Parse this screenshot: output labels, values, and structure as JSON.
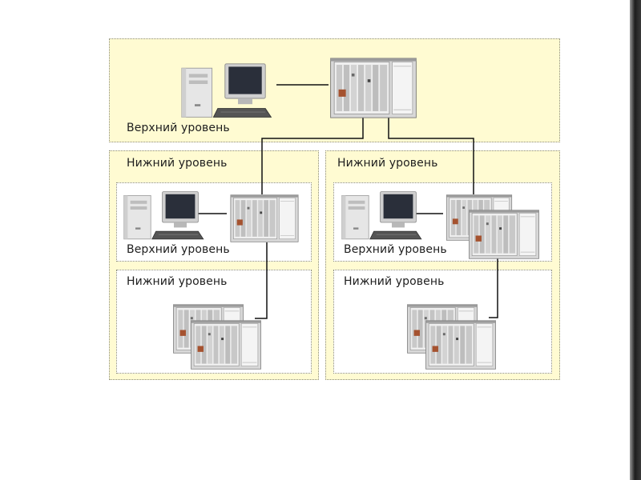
{
  "top_group": {
    "label": "Верхний уровень"
  },
  "left_group": {
    "label": "Нижний уровень",
    "upper_box_label": "Верхний уровень",
    "lower_box_label": "Нижний уровень"
  },
  "right_group": {
    "label": "Нижний уровень",
    "upper_box_label": "Верхний уровень",
    "lower_box_label": "Нижний уровень"
  },
  "colors": {
    "group_fill": "#fffbd2",
    "inner_fill": "#ffffff",
    "border": "#8a8a7a",
    "link_line": "#111111"
  },
  "icons": [
    "workstation-icon",
    "rack-chassis-icon",
    "connection-line"
  ]
}
